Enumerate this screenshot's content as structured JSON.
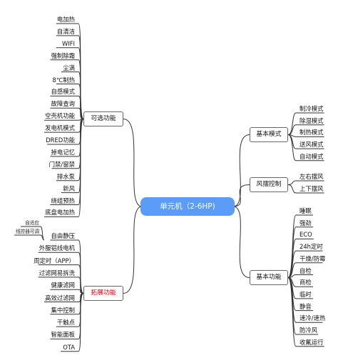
{
  "root": "单元机（2-6HP)",
  "branches": [
    {
      "label": "可选功能",
      "color": "#111111",
      "items": [
        "电加热",
        "自清洁",
        "WIFI",
        "强制除霜",
        "尘满",
        "8℃制热",
        "自感模式",
        "故障查询",
        "空壳机功能",
        "发电机模式",
        "DRED功能",
        "掉电记忆",
        "门禁/窗禁",
        "排水泵",
        "新风",
        "绕组预热",
        "底盘电加热"
      ]
    },
    {
      "label": "拓展功能",
      "color": "#e60012",
      "items": [
        "自由静压",
        "外服铝线电机",
        "周定时（APP）",
        "过滤网易拆洗",
        "健康滤网",
        "高效过滤网",
        "集中控制",
        "干触点",
        "智能面板",
        "OTA"
      ],
      "sub": [
        "自适应",
        "线控器可调"
      ]
    },
    {
      "label": "基本模式",
      "color": "#111111",
      "items": [
        "制冷模式",
        "除湿模式",
        "制热模式",
        "送风模式",
        "自动模式"
      ]
    },
    {
      "label": "风摆控制",
      "color": "#111111",
      "items": [
        "左右摆风",
        "上下摆风"
      ]
    },
    {
      "label": "基本功能",
      "color": "#111111",
      "items": [
        "睡眠",
        "强劲",
        "ECO",
        "24h定时",
        "干燥/防霉",
        "自检",
        "商检",
        "临时",
        "静音",
        "速冷/速热",
        "防冷风",
        "收氟运行"
      ]
    }
  ]
}
